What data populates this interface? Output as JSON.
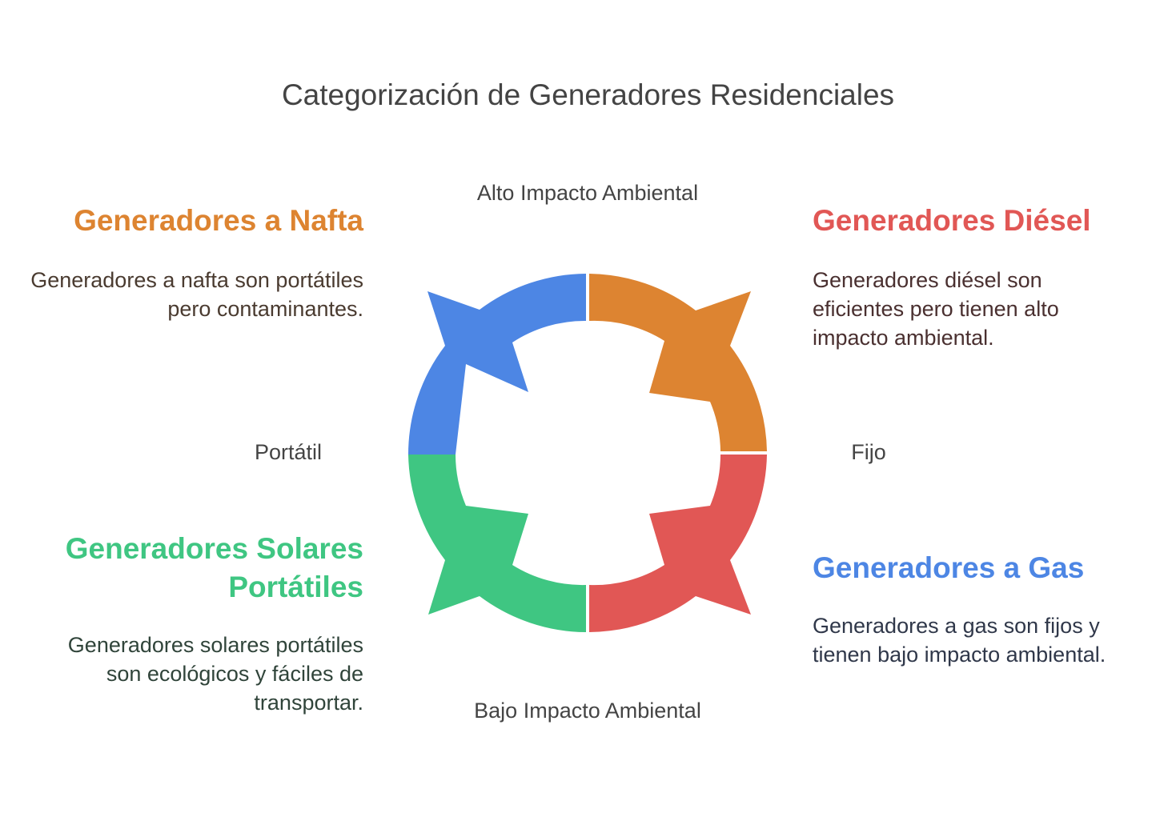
{
  "title": "Categorización de Generadores Residenciales",
  "axes": {
    "top": "Alto Impacto Ambiental",
    "bottom": "Bajo Impacto Ambiental",
    "left": "Portátil",
    "right": "Fijo"
  },
  "quadrants": {
    "nafta": {
      "title": "Generadores a Nafta",
      "description": "Generadores a nafta son portátiles pero contaminantes.",
      "color": "#dd8431"
    },
    "diesel": {
      "title": "Generadores Diésel",
      "description": "Generadores diésel son eficientes pero tienen alto impacto ambiental.",
      "color": "#e15755"
    },
    "solar": {
      "title": "Generadores Solares Portátiles",
      "description": "Generadores solares portátiles son ecológicos y fáciles de transportar.",
      "color": "#3fc682"
    },
    "gas": {
      "title": "Generadores a Gas",
      "description": "Generadores a gas son fijos y tienen bajo impacto ambiental.",
      "color": "#4d86e4"
    }
  },
  "cycle_colors": {
    "top_left": "#4d86e4",
    "top_right": "#dd8431",
    "bottom_right": "#e15755",
    "bottom_left": "#3fc682"
  }
}
